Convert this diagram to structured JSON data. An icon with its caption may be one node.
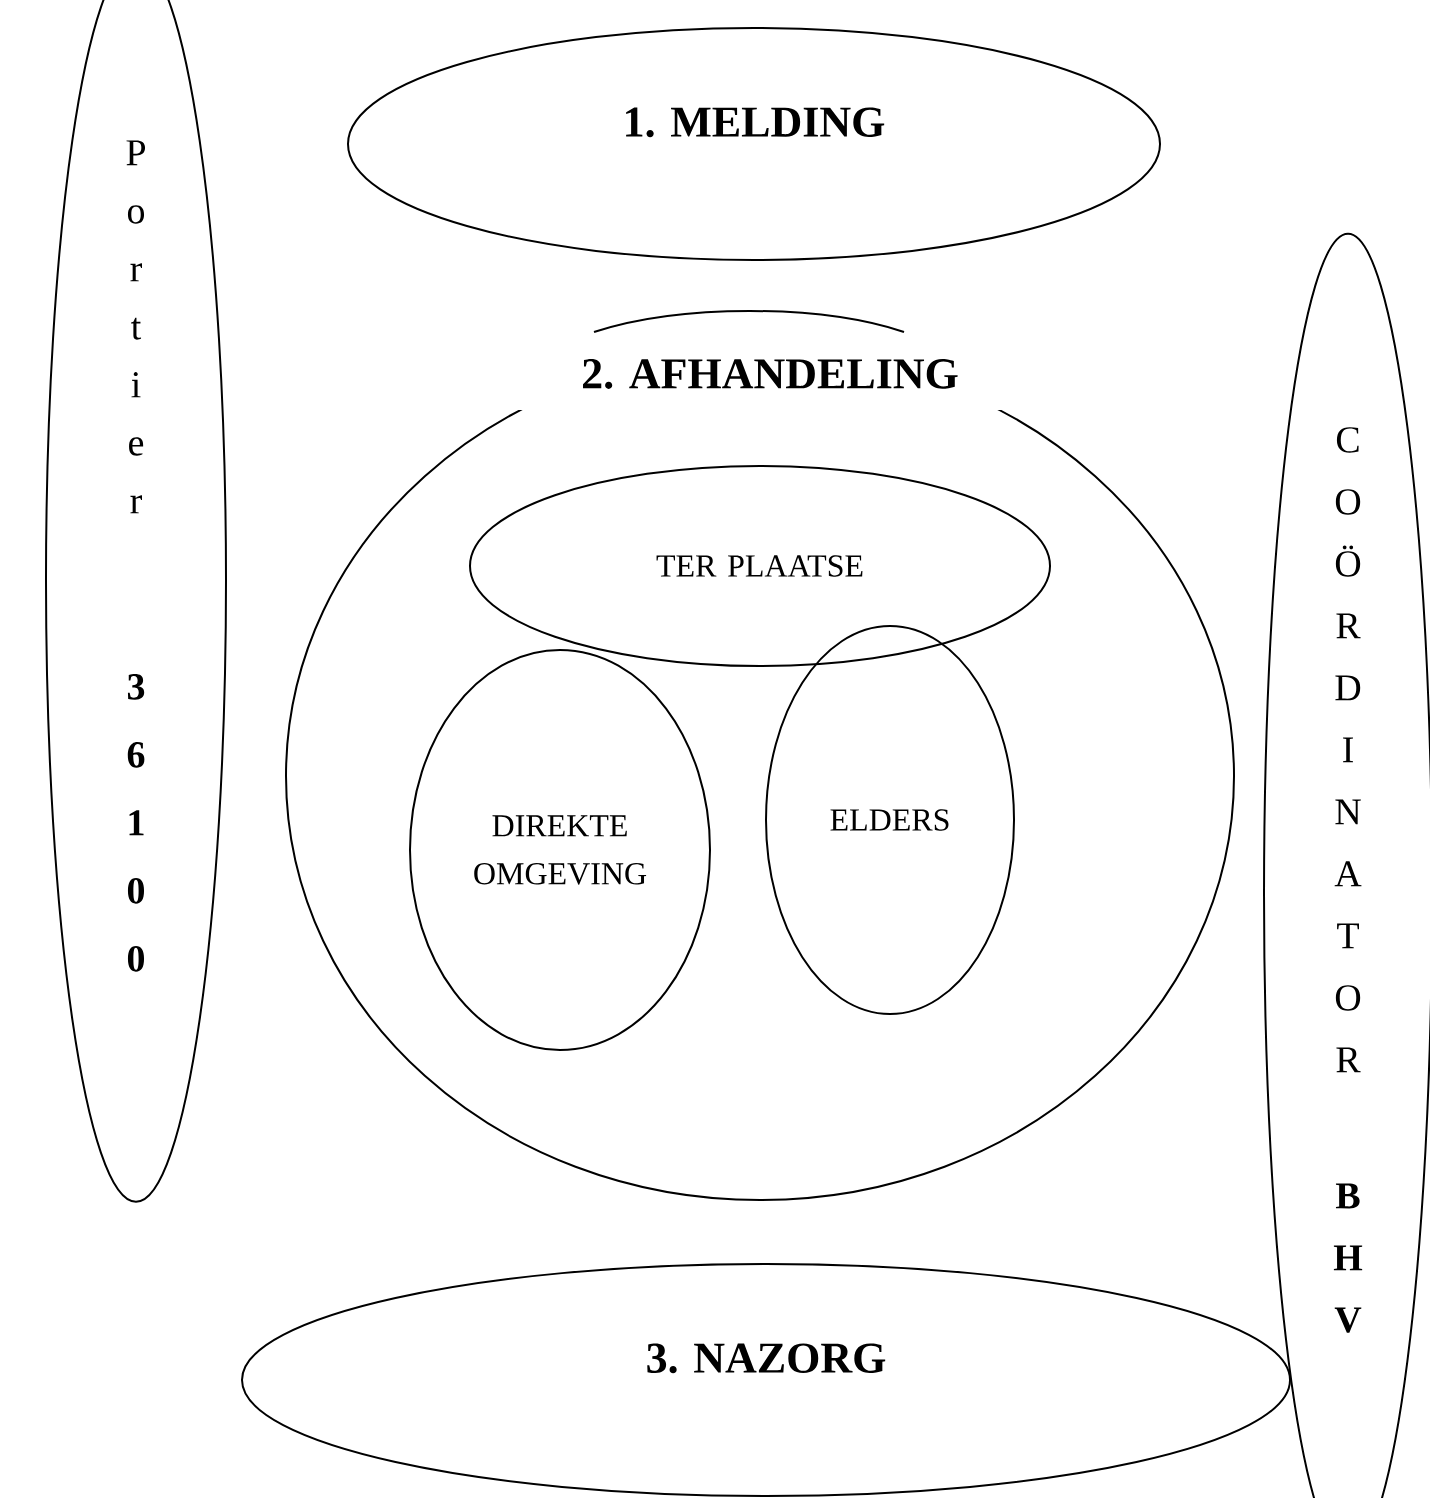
{
  "diagram": {
    "nodes": [
      {
        "text": [
          "Portier",
          "36100"
        ]
      },
      {
        "text": [
          "1. MELDING"
        ]
      },
      {
        "text": [
          "2. AFHANDELING"
        ]
      },
      {
        "text": [
          "TER PLAATSE"
        ],
        "in": 2
      },
      {
        "text": [
          "DIREKTE OMGEVING"
        ],
        "in": 2
      },
      {
        "text": [
          "ELDERS"
        ],
        "in": 2
      },
      {
        "text": [
          "COÖRDINATOR",
          "BHV"
        ]
      },
      {
        "text": [
          "3. NAZORG"
        ]
      }
    ]
  }
}
